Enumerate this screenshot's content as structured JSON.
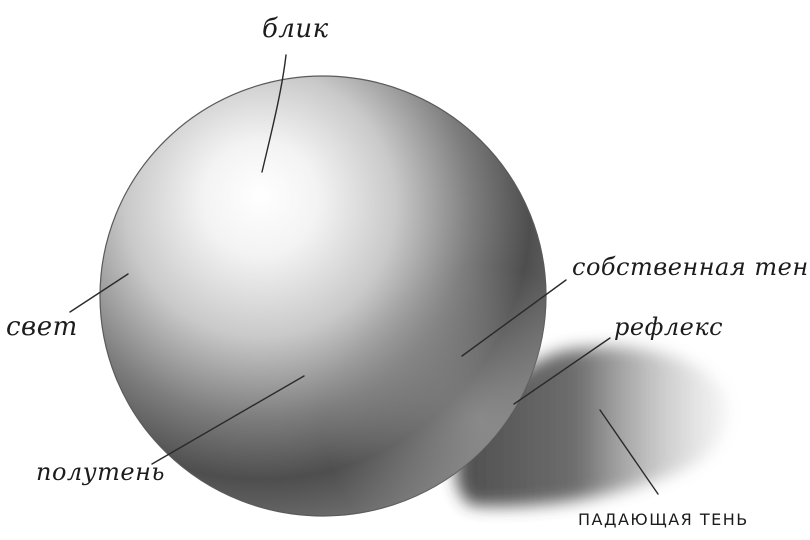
{
  "labels": {
    "highlight": "блик",
    "light": "свет",
    "own_shadow": "собственная тень",
    "reflex": "рефлекс",
    "halftone": "полутень",
    "cast_shadow": "ПАДАЮЩАЯ ТЕНЬ"
  },
  "colors": {
    "paper": "#ffffff",
    "graphite_dark": "#3a3a3a",
    "graphite_mid": "#8a8a8a",
    "ink": "#1c1c1c"
  }
}
